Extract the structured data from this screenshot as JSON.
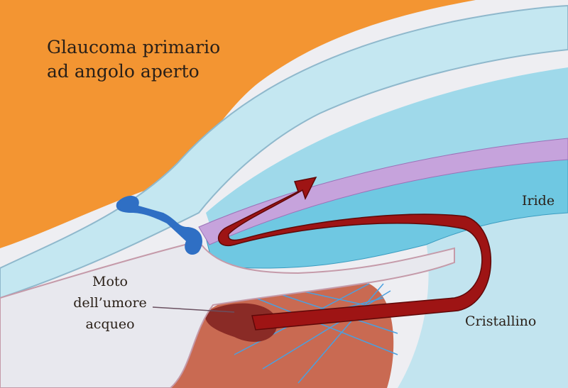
{
  "title": {
    "line1": "Glaucoma primario",
    "line2": "ad angolo aperto"
  },
  "labels": {
    "iris": "Iride",
    "lens": "Cristallino",
    "flow_line1": "Moto",
    "flow_line2": "dell’umore",
    "flow_line3": "acqueo"
  },
  "colors": {
    "orange": "#f39532",
    "cornea": "#c4e7f1",
    "chamber": "#9fd9ea",
    "iris_purple": "#c6a3dc",
    "iris_blue": "#6fc8e2",
    "lens": "#c2e4ef",
    "ciliary": "#c96a52",
    "arrow": "#9e1414",
    "canal": "#2f6fc4"
  }
}
